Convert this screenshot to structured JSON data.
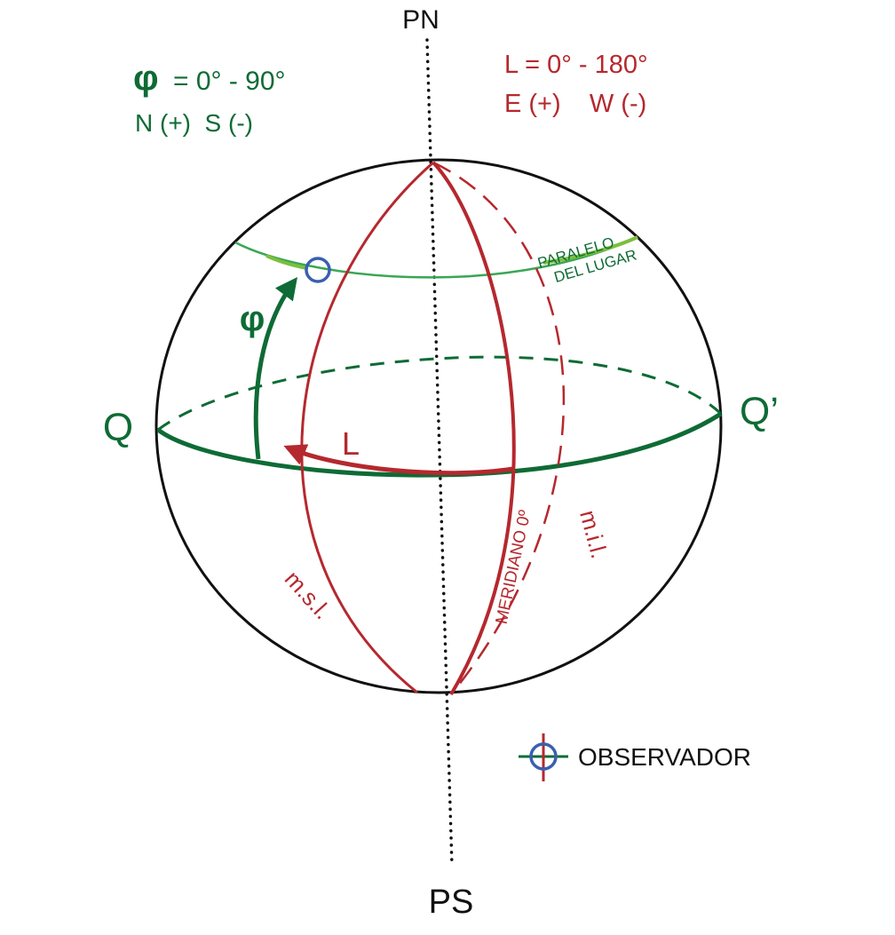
{
  "colors": {
    "green": "#0e6b35",
    "light_green": "#3aa655",
    "red": "#b5282e",
    "blue": "#3a5fb0",
    "black": "#111111"
  },
  "poles": {
    "north": "PN",
    "south": "PS"
  },
  "equator_points": {
    "left": "Q",
    "right": "Q’"
  },
  "latitude_info": {
    "symbol": "φ",
    "range": "= 0° - 90°",
    "signs": "N (+)  S (-)"
  },
  "longitude_info": {
    "range": "L = 0° - 180°",
    "signs": "E (+)    W (-)"
  },
  "arc_labels": {
    "latitude": "φ",
    "longitude": "L"
  },
  "meridian_labels": {
    "upper_meridian": "m.s.l.",
    "prime_meridian": "MERIDIANO 0º",
    "lower_meridian": "m.i.l."
  },
  "parallel_label": {
    "line1": "PARALELO",
    "line2": "DEL LUGAR"
  },
  "legend": {
    "icon": "observer-crosshair-icon",
    "label": "OBSERVADOR"
  }
}
